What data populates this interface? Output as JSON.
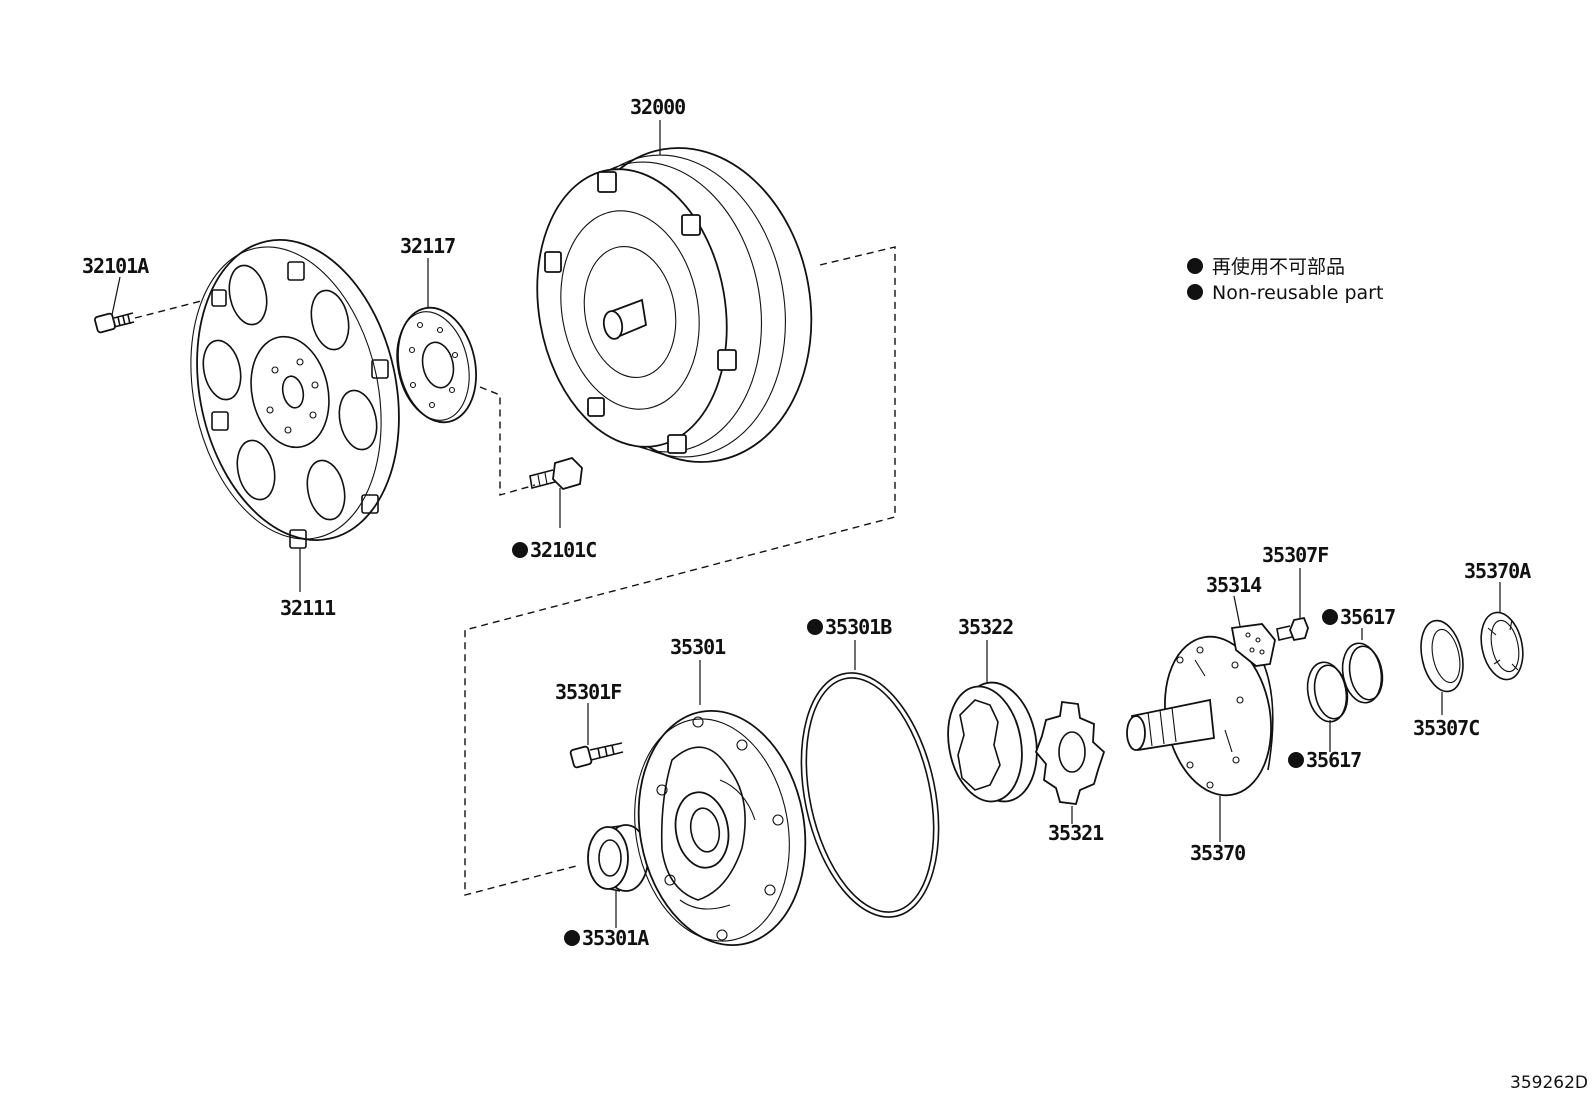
{
  "parts": {
    "p32000": "32000",
    "p32101A": "32101A",
    "p32117": "32117",
    "p32101C": "32101C",
    "p32111": "32111",
    "p35301": "35301",
    "p35301B": "35301B",
    "p35322": "35322",
    "p35314": "35314",
    "p35307F": "35307F",
    "p35617a": "35617",
    "p35370A": "35370A",
    "p35301F": "35301F",
    "p35321": "35321",
    "p35370": "35370",
    "p35617b": "35617",
    "p35307C": "35307C",
    "p35301A": "35301A"
  },
  "legend": {
    "japanese": "再使用不可部品",
    "english": "Non-reusable part"
  },
  "diagram_id": "359262D"
}
